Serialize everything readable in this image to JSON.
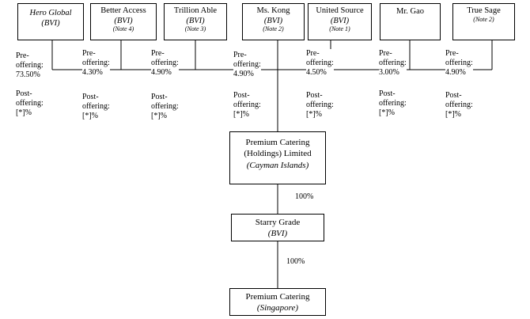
{
  "shareholders": [
    {
      "name": "Hero Global",
      "jurisdiction": "(BVI)",
      "note": "",
      "pre_label": "Pre-",
      "pre_label2": "offering:",
      "pre_value": "73.50%",
      "post_label": "Post-",
      "post_label2": "offering:",
      "post_value": "[*]%"
    },
    {
      "name": "Better Access",
      "jurisdiction": "(BVI)",
      "note": "(Note 4)",
      "pre_label": "Pre-",
      "pre_label2": "offering:",
      "pre_value": "4.30%",
      "post_label": "Post-",
      "post_label2": "offering:",
      "post_value": "[*]%"
    },
    {
      "name": "Trillion Able",
      "jurisdiction": "(BVI)",
      "note": "(Note 3)",
      "pre_label": "Pre-",
      "pre_label2": "offering:",
      "pre_value": "4.90%",
      "post_label": "Post-",
      "post_label2": "offering:",
      "post_value": "[*]%"
    },
    {
      "name": "Ms. Kong",
      "jurisdiction": "(BVI)",
      "note": "(Note 2)",
      "pre_label": "Pre-",
      "pre_label2": "offering:",
      "pre_value": "4.90%",
      "post_label": "Post-",
      "post_label2": "offering:",
      "post_value": "[*]%"
    },
    {
      "name": "United Source",
      "jurisdiction": "(BVI)",
      "note": "(Note 1)",
      "pre_label": "Pre-",
      "pre_label2": "offering:",
      "pre_value": "4.50%",
      "post_label": "Post-",
      "post_label2": "offering:",
      "post_value": "[*]%"
    },
    {
      "name": "Mr. Gao",
      "jurisdiction": "",
      "note": "",
      "pre_label": "Pre-",
      "pre_label2": "offering:",
      "pre_value": "3.00%",
      "post_label": "Post-",
      "post_label2": "offering:",
      "post_value": "[*]%"
    },
    {
      "name": "True Sage",
      "jurisdiction": "",
      "note": "(Note 2)",
      "pre_label": "Pre-",
      "pre_label2": "offering:",
      "pre_value": "4.90%",
      "post_label": "Post-",
      "post_label2": "offering:",
      "post_value": "[*]%"
    }
  ],
  "entities": [
    {
      "line1": "Premium Catering",
      "line2": "(Holdings) Limited",
      "jurisdiction": "(Cayman Islands)"
    },
    {
      "line1": "Starry Grade",
      "jurisdiction": "(BVI)"
    },
    {
      "line1": "Premium Catering",
      "jurisdiction": "(Singapore)"
    }
  ],
  "ownership": [
    "100%",
    "100%"
  ]
}
